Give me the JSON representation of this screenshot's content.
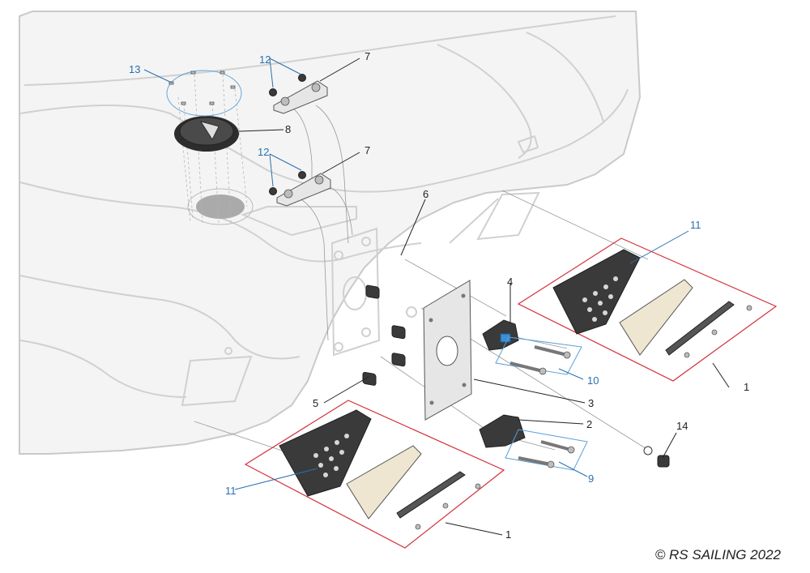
{
  "callouts": {
    "c1_upper": "1",
    "c1_lower": "1",
    "c2": "2",
    "c3": "3",
    "c4": "4",
    "c5": "5",
    "c6": "6",
    "c7_upper": "7",
    "c7_lower": "7",
    "c8": "8",
    "c9": "9",
    "c10": "10",
    "c11_upper": "11",
    "c11_lower": "11",
    "c12_upper": "12",
    "c12_lower": "12",
    "c13": "13",
    "c14": "14"
  },
  "copyright": "© RS SAILING 2022",
  "colors": {
    "kit_box": "#d4303a",
    "hardware_box": "#5aa0d8",
    "blue_callout": "#2a6fb0",
    "hull": "#f4f4f4"
  }
}
